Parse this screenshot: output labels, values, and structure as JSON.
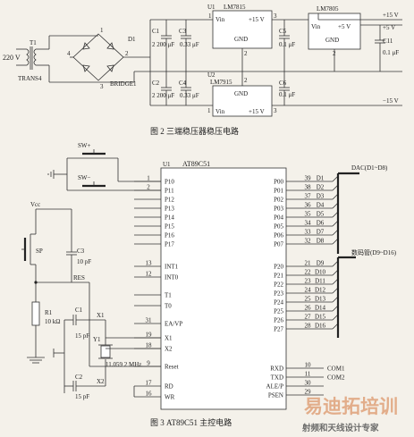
{
  "figure2": {
    "caption": "图 2   三端稳压器稳压电路",
    "transformer": {
      "id": "T1",
      "name": "TRANS4",
      "voltage": "220 V"
    },
    "bridge": {
      "diode": "D1",
      "name": "BRIDGE1",
      "pins": [
        "1",
        "2",
        "3",
        "4"
      ]
    },
    "caps": {
      "c1": "C1",
      "c1v": "2 200 μF",
      "c3": "C3",
      "c3v": "0.33 μF",
      "c2": "C2",
      "c2v": "2 200 μF",
      "c4": "C4",
      "c4v": "0.33 μF",
      "c5": "C5",
      "c5v": "0.1 μF",
      "c6": "C6",
      "c6v": "0.1 μF",
      "c11": "C11",
      "c11v": "0.1 μF"
    },
    "reg1": {
      "id": "U1",
      "name": "LM7815",
      "vin": "Vin",
      "out": "+15 V",
      "gnd": "GND",
      "pin1": "1",
      "pin2": "2",
      "pin3": "3"
    },
    "reg2": {
      "name": "LM7805",
      "vin": "Vin",
      "out": "+5 V",
      "gnd": "GND",
      "pin2": "2"
    },
    "reg3": {
      "id": "U2",
      "name": "LM7915",
      "vin": "Vin",
      "out": "+15 V",
      "gnd": "GND",
      "pin1": "1",
      "pin2": "2",
      "pin3": "3"
    },
    "rails": {
      "p15": "+15 V",
      "p5": "+5 V",
      "m15": "−15 V"
    }
  },
  "figure3": {
    "caption": "图 3   AT89C51 主控电路",
    "mcu": {
      "id": "U1",
      "name": "AT89C51"
    },
    "sw_plus": "SW+",
    "sw_minus": "SW−",
    "vcc": "Vcc",
    "sp": "SP",
    "c3": "C3",
    "c3v": "10 pF",
    "res_label": "RES",
    "r1": "R1",
    "r1v": "10 kΩ",
    "c1": "C1",
    "c1v": "15 pF",
    "c2": "C2",
    "c2v": "15 pF",
    "x1": "X1",
    "x2": "X2",
    "crystal": "Y1",
    "freq": "11.059 2 MHz",
    "dac_bus": "DAC(D1~D8)",
    "seg_bus": "数码管(D9~D16)",
    "left_pins": [
      {
        "num": "1",
        "name": "P10"
      },
      {
        "num": "2",
        "name": "P11"
      },
      {
        "num": "",
        "name": "P12"
      },
      {
        "num": "",
        "name": "P13"
      },
      {
        "num": "",
        "name": "P14"
      },
      {
        "num": "",
        "name": "P15"
      },
      {
        "num": "",
        "name": "P16"
      },
      {
        "num": "",
        "name": "P17"
      },
      {
        "num": "13",
        "name": "INT1"
      },
      {
        "num": "12",
        "name": "INT0"
      },
      {
        "num": "",
        "name": "T1"
      },
      {
        "num": "",
        "name": "T0"
      },
      {
        "num": "31",
        "name": "EA/VP"
      },
      {
        "num": "19",
        "name": "X1"
      },
      {
        "num": "18",
        "name": "X2"
      },
      {
        "num": "9",
        "name": "Reset"
      },
      {
        "num": "17",
        "name": "RD"
      },
      {
        "num": "16",
        "name": "WR"
      }
    ],
    "p0_pins": [
      {
        "num": "39",
        "name": "P00",
        "net": "D1"
      },
      {
        "num": "38",
        "name": "P01",
        "net": "D2"
      },
      {
        "num": "37",
        "name": "P02",
        "net": "D3"
      },
      {
        "num": "36",
        "name": "P03",
        "net": "D4"
      },
      {
        "num": "35",
        "name": "P04",
        "net": "D5"
      },
      {
        "num": "34",
        "name": "P05",
        "net": "D6"
      },
      {
        "num": "33",
        "name": "P06",
        "net": "D7"
      },
      {
        "num": "32",
        "name": "P07",
        "net": "D8"
      }
    ],
    "p2_pins": [
      {
        "num": "21",
        "name": "P20",
        "net": "D9"
      },
      {
        "num": "22",
        "name": "P21",
        "net": "D10"
      },
      {
        "num": "23",
        "name": "P22",
        "net": "D11"
      },
      {
        "num": "24",
        "name": "P23",
        "net": "D12"
      },
      {
        "num": "25",
        "name": "P24",
        "net": "D13"
      },
      {
        "num": "26",
        "name": "P25",
        "net": "D14"
      },
      {
        "num": "27",
        "name": "P26",
        "net": "D15"
      },
      {
        "num": "28",
        "name": "P27",
        "net": "D16"
      }
    ],
    "bottom_pins": [
      {
        "num": "10",
        "name": "RXD",
        "net": "COM1"
      },
      {
        "num": "11",
        "name": "TXD",
        "net": "COM2"
      },
      {
        "num": "30",
        "name": "ALE/P",
        "net": ""
      },
      {
        "num": "29",
        "name": "PSEN",
        "net": ""
      }
    ]
  },
  "watermark": {
    "main": "易迪拓培训",
    "sub": "射频和天线设计专家"
  }
}
